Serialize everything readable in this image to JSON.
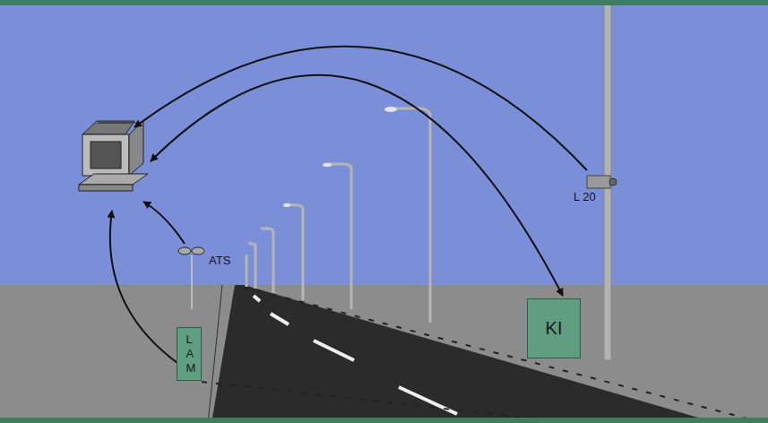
{
  "diagram": {
    "nodes": [
      {
        "text": [
          "LAM"
        ]
      },
      {
        "text": [
          "KI"
        ]
      }
    ],
    "labels": [
      "ATS",
      "L 20"
    ]
  }
}
